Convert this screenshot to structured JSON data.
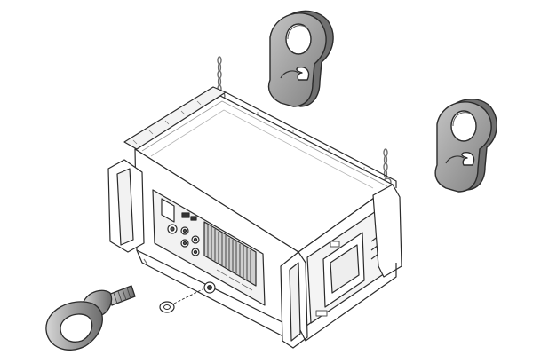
{
  "figure": {
    "colors": {
      "line": "#2b2b2b",
      "light_line": "#8c8c8c",
      "hook_fill": "#9a9a9a",
      "hook_dark": "#5e5e5e",
      "hook_light": "#d2d2d2",
      "cabinet_fill": "#ffffff",
      "panel_fill": "#f0f0f0",
      "heatsink": "#bdbdbd"
    },
    "parts": {
      "loudspeaker": "loudspeaker-cabinet",
      "hook_top": "hook-clip-top",
      "hook_right": "hook-clip-right",
      "eyebolt": "eyebolt",
      "washer": "washer",
      "chain_left": "rigging-chain-left",
      "chain_right": "rigging-chain-right"
    }
  }
}
